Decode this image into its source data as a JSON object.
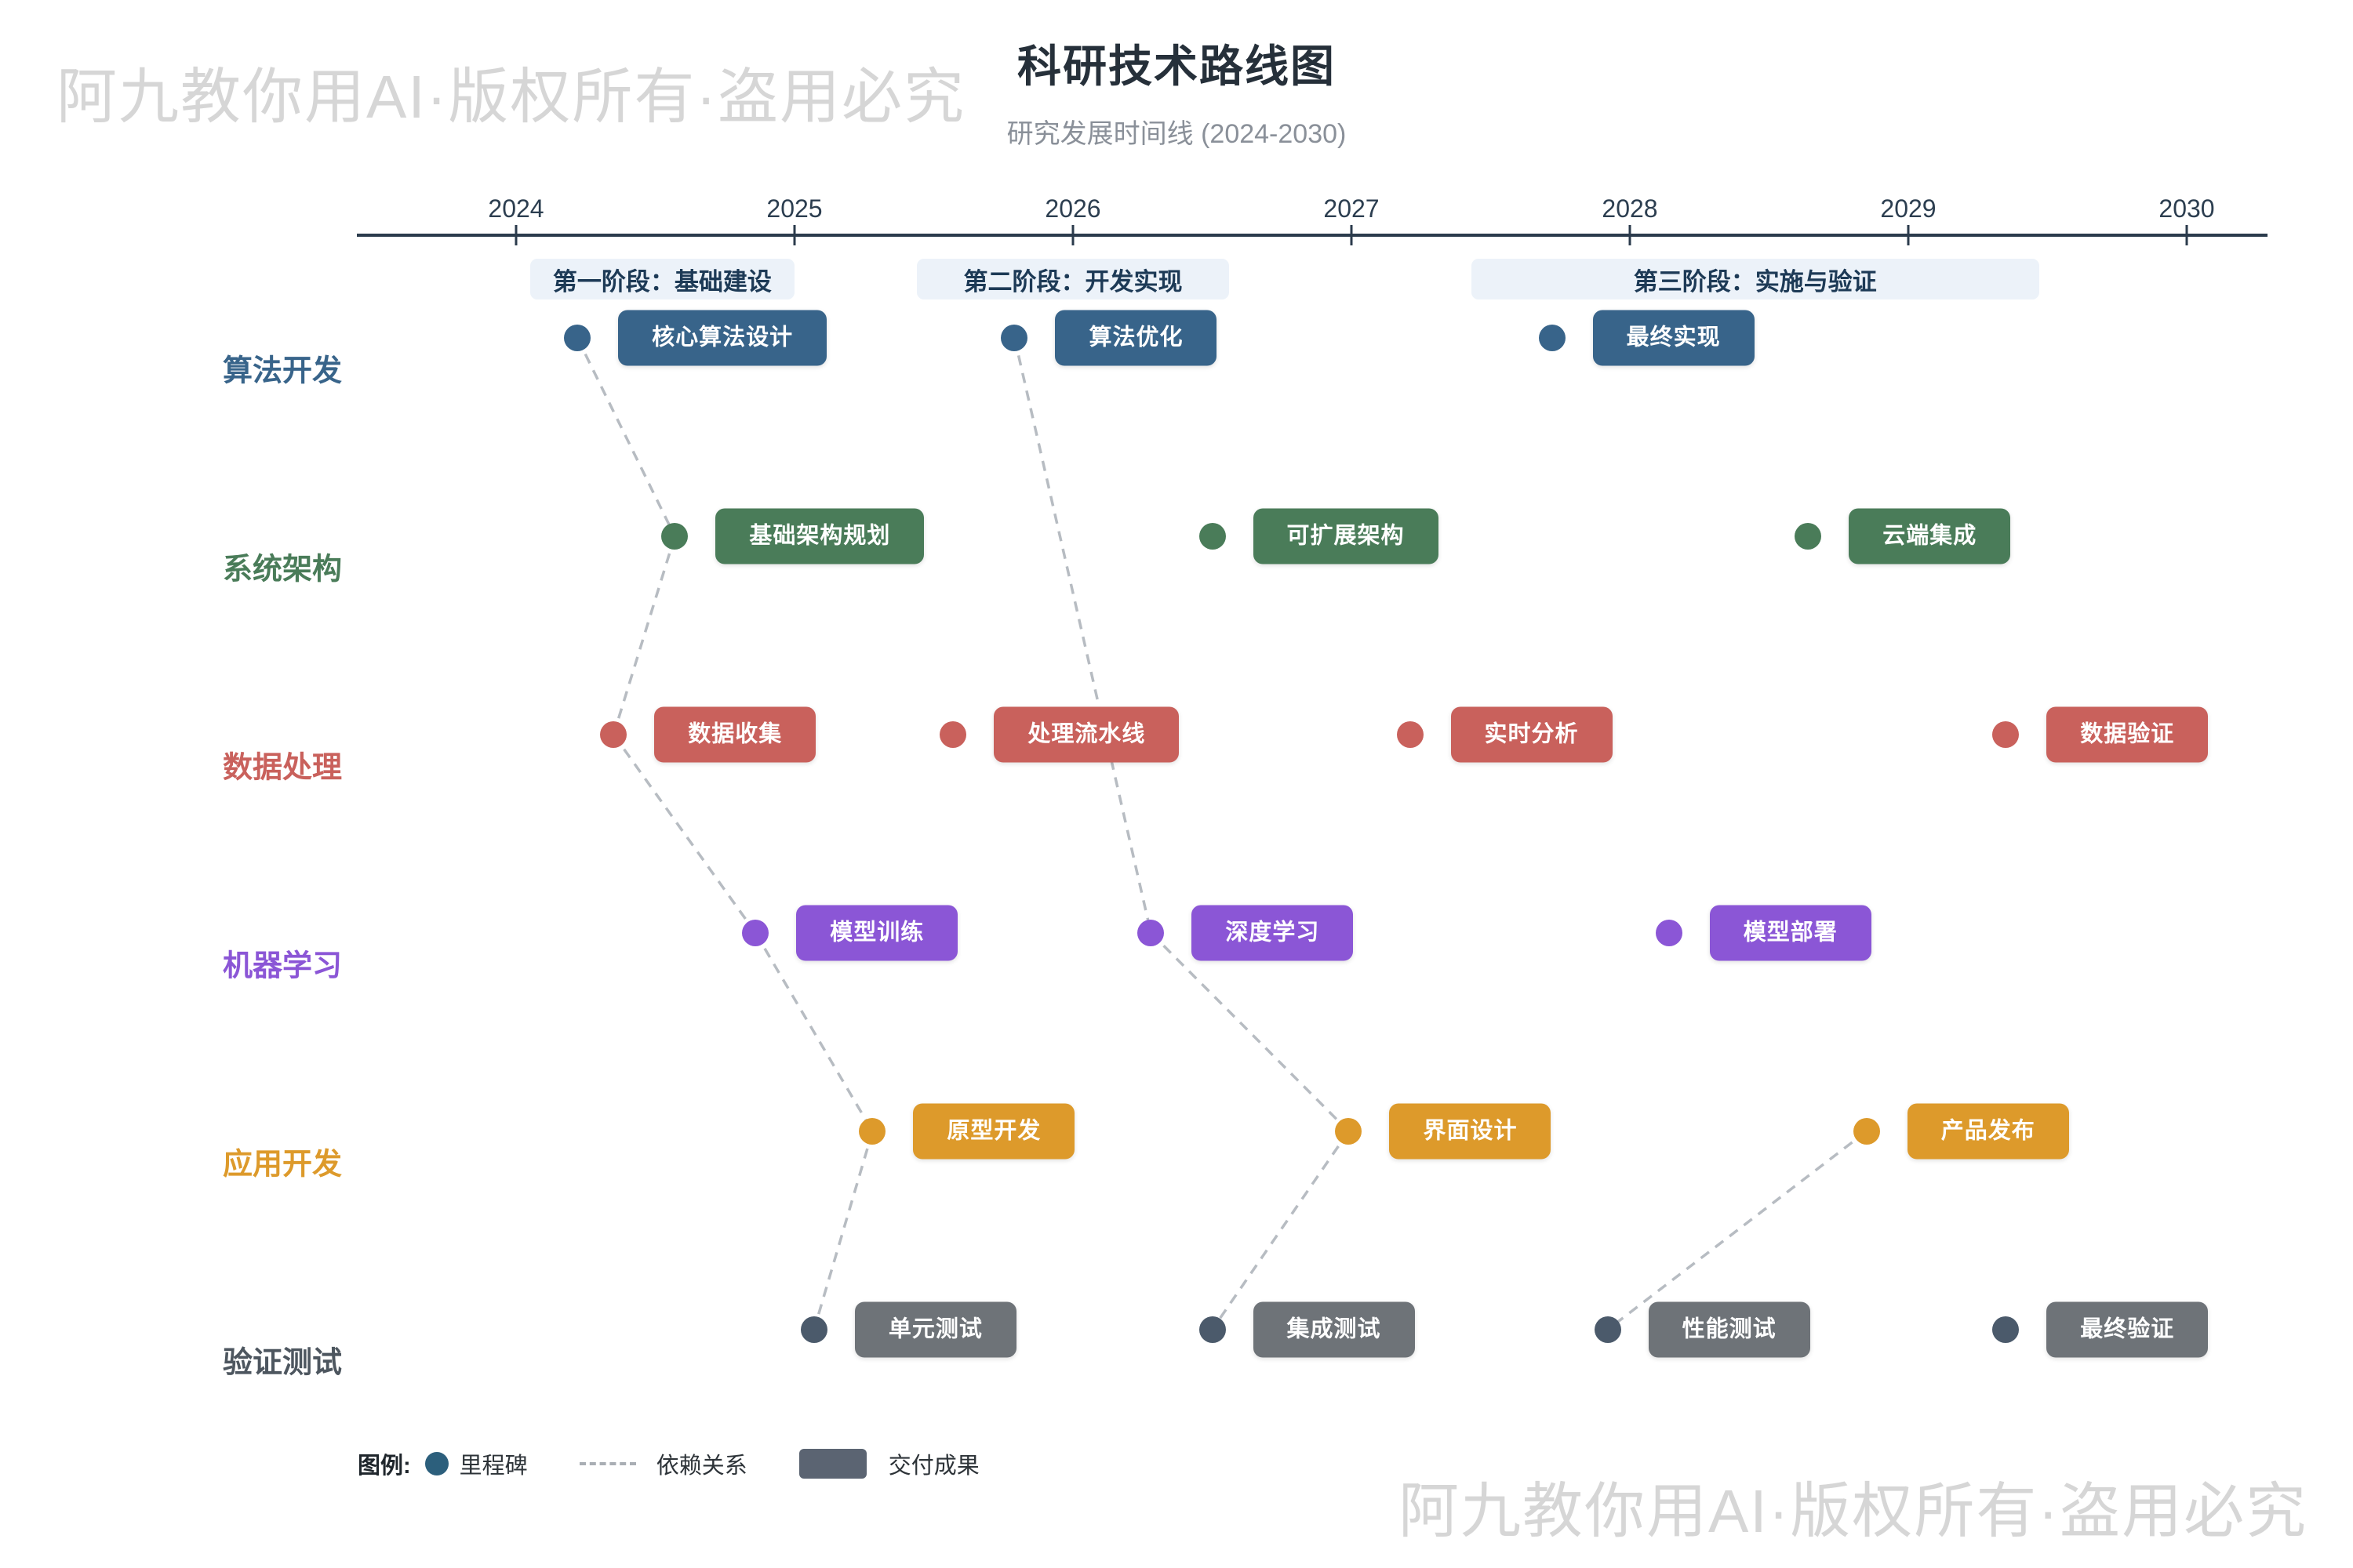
{
  "watermark": {
    "text": "阿九教你用AI·版权所有·盗用必究"
  },
  "header": {
    "title": "科研技术路线图",
    "subtitle": "研究发展时间线 (2024-2030)"
  },
  "timeline": {
    "start_year": 2024,
    "end_year": 2030,
    "years": [
      "2024",
      "2025",
      "2026",
      "2027",
      "2028",
      "2029",
      "2030"
    ]
  },
  "phases": [
    {
      "label": "第一阶段：基础建设",
      "start": 2024.05,
      "end": 2025.0
    },
    {
      "label": "第二阶段：开发实现",
      "start": 2025.44,
      "end": 2026.56
    },
    {
      "label": "第三阶段：实施与验证",
      "start": 2027.43,
      "end": 2029.47
    }
  ],
  "tracks": [
    {
      "id": "algo",
      "label": "算法开发",
      "color": "#38648a",
      "milestones": [
        {
          "id": "algo1",
          "label": "核心算法设计",
          "t": 2024.22
        },
        {
          "id": "algo2",
          "label": "算法优化",
          "t": 2025.79
        },
        {
          "id": "algo3",
          "label": "最终实现",
          "t": 2027.72
        }
      ]
    },
    {
      "id": "arch",
      "label": "系统架构",
      "color": "#4a7c59",
      "milestones": [
        {
          "id": "arch1",
          "label": "基础架构规划",
          "t": 2024.57
        },
        {
          "id": "arch2",
          "label": "可扩展架构",
          "t": 2026.5
        },
        {
          "id": "arch3",
          "label": "云端集成",
          "t": 2028.64
        }
      ]
    },
    {
      "id": "data",
      "label": "数据处理",
      "color": "#c9615c",
      "milestones": [
        {
          "id": "data1",
          "label": "数据收集",
          "t": 2024.35
        },
        {
          "id": "data2",
          "label": "处理流水线",
          "t": 2025.57
        },
        {
          "id": "data3",
          "label": "实时分析",
          "t": 2027.21
        },
        {
          "id": "data4",
          "label": "数据验证",
          "t": 2029.35
        }
      ]
    },
    {
      "id": "ml",
      "label": "机器学习",
      "color": "#8b56d6",
      "milestones": [
        {
          "id": "ml1",
          "label": "模型训练",
          "t": 2024.86
        },
        {
          "id": "ml2",
          "label": "深度学习",
          "t": 2026.28
        },
        {
          "id": "ml3",
          "label": "模型部署",
          "t": 2028.14
        }
      ]
    },
    {
      "id": "app",
      "label": "应用开发",
      "color": "#dd9a2b",
      "milestones": [
        {
          "id": "app1",
          "label": "原型开发",
          "t": 2025.28
        },
        {
          "id": "app2",
          "label": "界面设计",
          "t": 2026.99
        },
        {
          "id": "app3",
          "label": "产品发布",
          "t": 2028.85
        }
      ]
    },
    {
      "id": "test",
      "label": "验证测试",
      "color": "#6e7378",
      "dot_color": "#4b5a6b",
      "label_color": "#4d565f",
      "milestones": [
        {
          "id": "test1",
          "label": "单元测试",
          "t": 2025.07
        },
        {
          "id": "test2",
          "label": "集成测试",
          "t": 2026.5
        },
        {
          "id": "test3",
          "label": "性能测试",
          "t": 2027.92
        },
        {
          "id": "test4",
          "label": "最终验证",
          "t": 2029.35
        }
      ]
    }
  ],
  "dependencies": [
    [
      "algo1",
      "arch1"
    ],
    [
      "arch1",
      "data1"
    ],
    [
      "data1",
      "ml1"
    ],
    [
      "ml1",
      "app1"
    ],
    [
      "app1",
      "test1"
    ],
    [
      "algo2",
      "ml2"
    ],
    [
      "ml2",
      "app2"
    ],
    [
      "app2",
      "test2"
    ],
    [
      "app3",
      "test3"
    ]
  ],
  "legend": {
    "title": "图例:",
    "milestone": "里程碑",
    "dependency": "依赖关系",
    "deliverable": "交付成果",
    "milestone_color": "#2c5f7c",
    "deliverable_color": "#5b6472"
  },
  "colors": {
    "axis": "#2b3b4c",
    "phase_band": "#ecf2f9",
    "dependency_line": "#b7bcc2"
  }
}
